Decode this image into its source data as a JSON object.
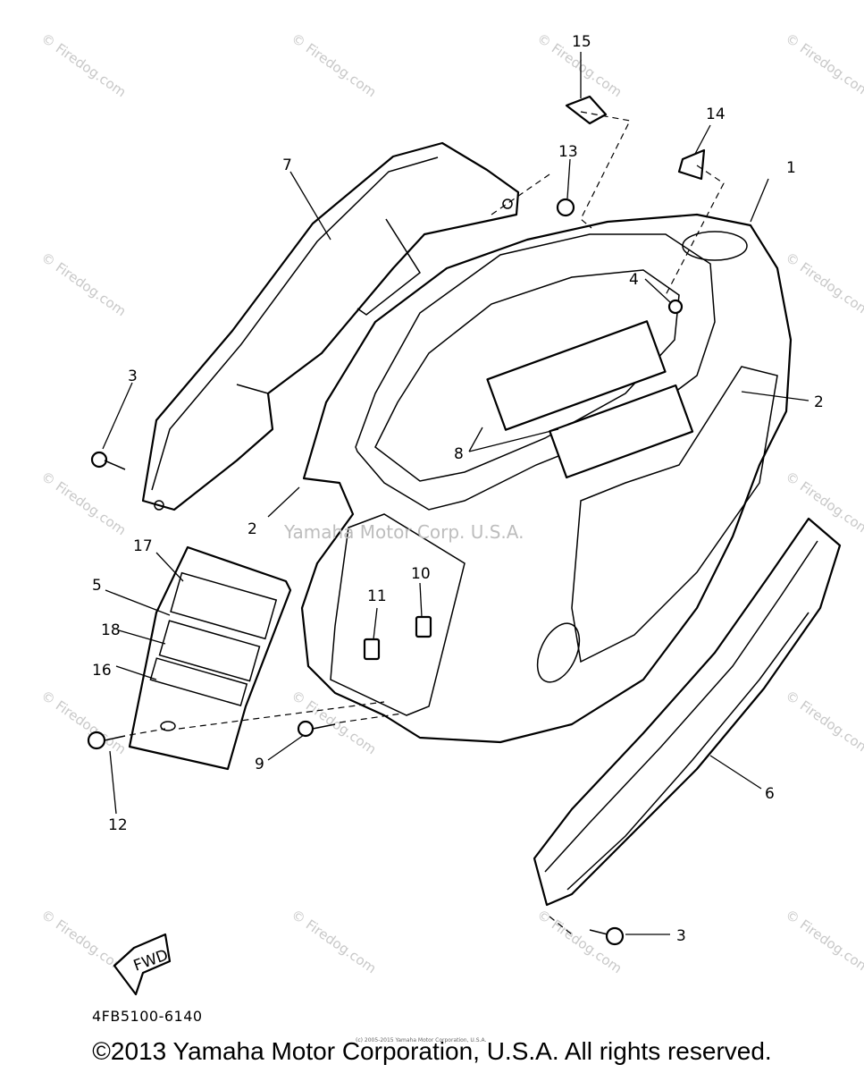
{
  "callouts": [
    "1",
    "2",
    "2",
    "3",
    "3",
    "4",
    "5",
    "6",
    "7",
    "8",
    "9",
    "10",
    "11",
    "12",
    "13",
    "14",
    "15",
    "16",
    "17",
    "18"
  ],
  "watermark": {
    "text": "© Firedog.com",
    "center_text": "Yamaha Motor Corp. U.S.A."
  },
  "fwd_label": "FWD",
  "diagram_code": "4FB5100-6140",
  "tiny_credit": "(c) 2005-2015 Yamaha Motor Corporation, U.S.A.",
  "copyright": "©2013 Yamaha Motor Corporation, U.S.A. All rights reserved."
}
